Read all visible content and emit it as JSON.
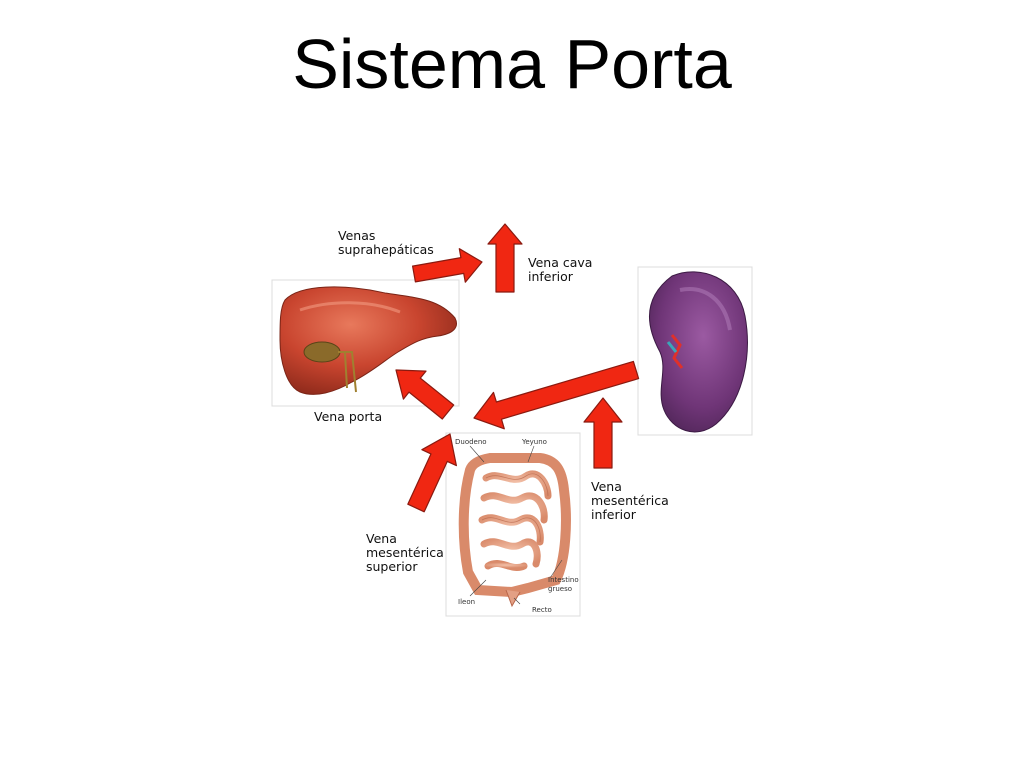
{
  "slide": {
    "title": "Sistema Porta"
  },
  "labels": {
    "venas_suprahepaticas": [
      "Venas",
      "suprahepáticas"
    ],
    "vena_cava_inferior": [
      "Vena cava",
      "inferior"
    ],
    "vena_porta": "Vena porta",
    "vena_mesenterica_inferior": [
      "Vena",
      "mesentérica",
      "inferior"
    ],
    "vena_mesenterica_superior": [
      "Vena",
      "mesentérica",
      "superior"
    ]
  },
  "intestine_labels": {
    "duodeno": "Duodeno",
    "yeyuno": "Yeyuno",
    "ileon": "Ileon",
    "recto": "Recto",
    "intestino_grueso": [
      "Intestino",
      "grueso"
    ]
  },
  "colors": {
    "arrow": "#f02712",
    "arrow_outline": "#8a1a10",
    "liver": "#c9452f",
    "spleen": "#6f3577",
    "intestine": "#e3a085"
  }
}
